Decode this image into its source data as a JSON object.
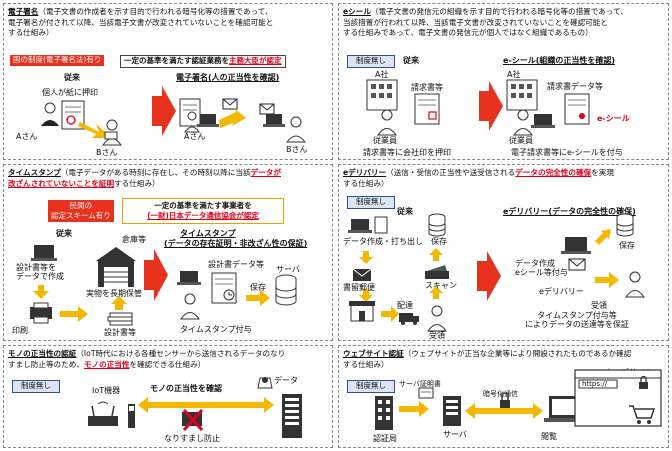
{
  "esig": {
    "title": "電子署名",
    "desc_1": "（電子文書の作成者を示す目的で行われる暗号化等の措置であって、",
    "desc_2": "電子署名が付されて以降、当該電子文書が改変されていないことを確認可能と",
    "desc_3": "する仕組み）",
    "badge": "国の制度(電子署名法)有り",
    "std_text": "一定の基準を満たす認証業務を",
    "std_emph": "主務大臣が認定",
    "left_head": "従来",
    "right_head": "電子署名(人の正当性を確認)",
    "person_note": "個人が紙に押印",
    "a_left": "Aさん",
    "b_left": "Bさん",
    "a_right": "Aさん",
    "b_right": "Bさん"
  },
  "eseal": {
    "title": "eシール",
    "desc_1": "（電子文書の発信元の組織を示す目的で行われる暗号化等の措置であって、",
    "desc_2": "当該措置が行われて以降、当該電子文書が改変されていないことを確認可能と",
    "desc_3": "する仕組みであって、電子文書の発信元が個人ではなく組織であるもの）",
    "badge": "制度無し",
    "left_head": "従来",
    "right_head": "e-シール(組織の正当性を確認)",
    "company_l": "A社",
    "company_r": "A社",
    "doc_l": "請求書等",
    "doc_r": "請求書データ等",
    "staff_l": "従業員",
    "staff_r": "従業員",
    "seal_label": "e-シール",
    "caption_l": "請求書等に会社印を押印",
    "caption_r": "電子請求書等にe-シールを付与"
  },
  "tstamp": {
    "title": "タイムスタンプ",
    "desc_1a": "（電子データがある時刻に存在し、その時刻以降に当該",
    "desc_1b": "データが",
    "desc_2a": "改ざんされていないことを証明",
    "desc_2b": "する仕組み）",
    "badge_1": "民間の",
    "badge_2": "認定スキーム有り",
    "std_1": "一定の基準を満たす事業者を",
    "std_2": "(一財)日本データ通信協会が認定",
    "left_head": "従来",
    "right_head_1": "タイムスタンプ",
    "right_head_2": "(データの存在証明・非改ざん性の保証)",
    "warehouse": "倉庫等",
    "create_1": "設計書等を",
    "create_2": "データで作成",
    "keep": "実物を長期保管",
    "print": "印刷",
    "design_doc": "設計書等",
    "data_doc": "設計書データ等",
    "server": "サーバ",
    "save": "保存",
    "ts_caption": "タイムスタンプ付与"
  },
  "edeliv": {
    "title": "eデリバリー",
    "desc_1a": "（送信・受信の正当性や送受信される",
    "desc_1b": "データの完全性の確保",
    "desc_1c": "を実現",
    "desc_2": "する仕組み）",
    "badge": "制度無し",
    "left_head": "従来",
    "right_head": "eデリバリー(データの完全性の確保)",
    "create_print": "データ作成・打ち出し",
    "mail": "書留郵便",
    "save_l": "保存",
    "scan": "スキャン",
    "delivery": "配達",
    "receive_l": "受領",
    "send_1": "データ作成",
    "send_2": "eシール等付与",
    "edeliv_label": "eデリバリー",
    "save_r": "保存",
    "receive_r": "受領",
    "result_1": "タイムスタンプ付与等",
    "result_2": "によりデータの送達等を保証"
  },
  "thing": {
    "title": "モノの正当性の認証",
    "desc_1": "（IoT時代における各種センサーから送信されるデータのなり",
    "desc_2": "すまし防止等のため、",
    "desc_emph": "モノの正当性",
    "desc_3": "を確認できる仕組み）",
    "badge": "制度無し",
    "iot": "IoT機器",
    "confirm": "モノの正当性を確認",
    "data": "データ",
    "spoof": "なりすまし防止"
  },
  "website": {
    "title": "ウェブサイト認証",
    "desc_1": "（ウェブサイトが正当な企業等により開設されたものであるか確認",
    "desc_2": "する仕組み）",
    "badge": "制度無し",
    "cert": "サーバ証明書",
    "encrypted": "暗号化通信",
    "site": "ウェブサイト",
    "url": "https://",
    "ca": "認証局",
    "server": "サーバ",
    "browse": "閲覧"
  },
  "colors": {
    "accent_red": "#e8321e",
    "blue": "#2f4f9f",
    "orange": "#f5b800",
    "frame": "#888888"
  }
}
